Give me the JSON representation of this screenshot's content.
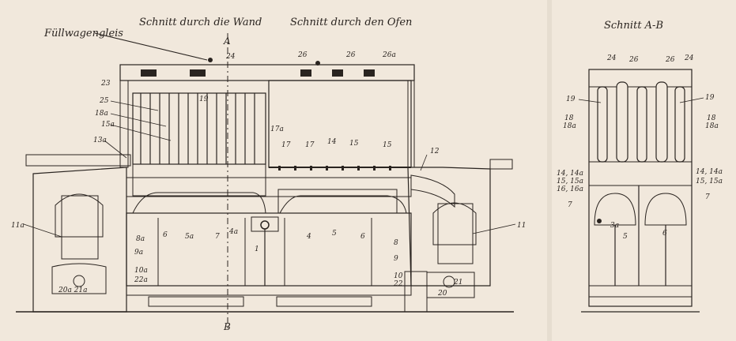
{
  "headings": {
    "wall_section": "Schnitt durch die Wand",
    "oven_section": "Schnitt durch den Ofen",
    "section_ab": "Schnitt A-B",
    "fill_track": "Füllwagengleis"
  },
  "section_markers": {
    "top": "A",
    "bottom": "B"
  },
  "labels": {
    "l24": "24",
    "l26a": "26",
    "l26b": "26",
    "l26c": "26a",
    "l23": "23",
    "l19": "19",
    "l25": "25",
    "l18a": "18a",
    "l15a": "15a",
    "l13a": "13a",
    "l17a": "17a",
    "l17b": "17",
    "l17c": "17",
    "l14": "14",
    "l15": "15",
    "l15b": "15",
    "l12": "12",
    "l11a": "11a",
    "l11": "11",
    "l6a": "6",
    "l5a": "5a",
    "l7": "7",
    "l4a": "4a",
    "l1": "1",
    "l4": "4",
    "l5": "5",
    "l6b": "6",
    "l8a": "8a",
    "l9a": "9a",
    "l10a": "10a",
    "l22a": "22a",
    "l21a": "20a 21a",
    "l8": "8",
    "l9": "9",
    "l10": "10",
    "l22": "22",
    "l20": "20",
    "l21": "21",
    "r24a": "24",
    "r26a": "26",
    "r26b": "26",
    "r24b": "24",
    "r19a": "19",
    "r19b": "19",
    "r18l": "18",
    "r18al": "18a",
    "r18r": "18",
    "r18ar": "18a",
    "r14l": "14, 14a",
    "r15l": "15, 15a",
    "r16l": "16, 16a",
    "r14r": "14, 14a",
    "r15r": "15, 15a",
    "r7l": "7",
    "r7r": "7",
    "r3a": "3a",
    "r6": "6",
    "r5": "5"
  }
}
